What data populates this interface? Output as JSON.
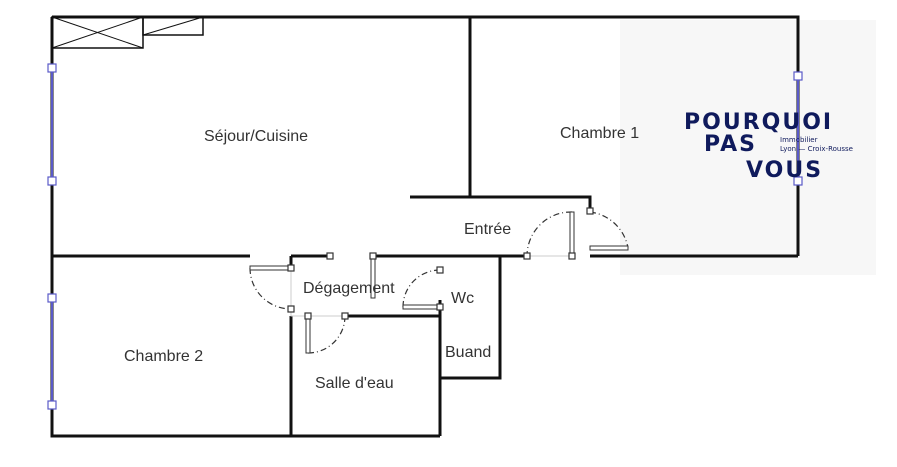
{
  "rooms": {
    "sejour": "Séjour/Cuisine",
    "chambre1": "Chambre 1",
    "entree": "Entrée",
    "degagement": "Dégagement",
    "wc": "Wc",
    "buanderie": "Buand",
    "chambre2": "Chambre 2",
    "salle_eau": "Salle d'eau"
  },
  "logo": {
    "line1": "POURQUOI",
    "line2": "PAS",
    "line3": "VOUS",
    "tagline1": "Immobilier",
    "tagline2": "Lyon — Croix-Rousse",
    "color": "#0f1a5c"
  }
}
